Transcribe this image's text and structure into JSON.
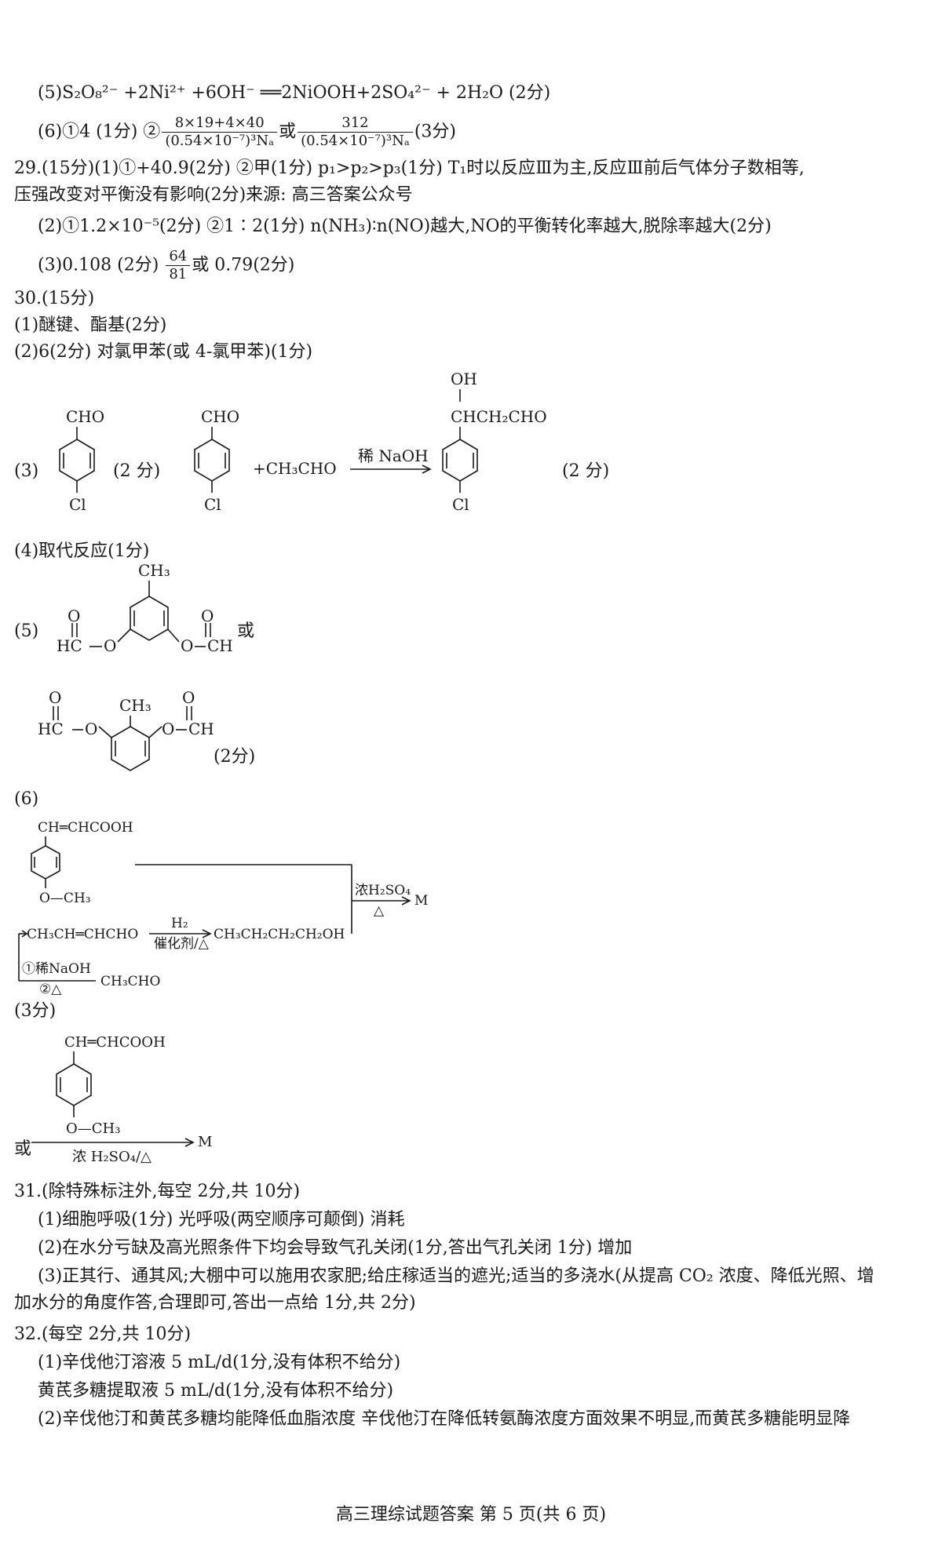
{
  "lines": {
    "q28_5": "(5)S₂O₈²⁻ +2Ni²⁺ +6OH⁻ ══2NiOOH+2SO₄²⁻ + 2H₂O (2分)",
    "q28_6_a": "(6)①4 (1分)  ②",
    "q28_6_num1": "8×19+4×40",
    "q28_6_den1": "(0.54×10⁻⁷)³Nₐ",
    "q28_6_or": "或",
    "q28_6_num2": "312",
    "q28_6_den2": "(0.54×10⁻⁷)³Nₐ",
    "q28_6_tail": "(3分)",
    "q29_1": "29.(15分)(1)①+40.9(2分)  ②甲(1分)   p₁>p₂>p₃(1分)   T₁时以反应Ⅲ为主,反应Ⅲ前后气体分子数相等,",
    "q29_1b": "压强改变对平衡没有影响(2分)来源: 高三答案公众号",
    "q29_2": "(2)①1.2×10⁻⁵(2分)  ②1∶2(1分)  n(NH₃)∶n(NO)越大,NO的平衡转化率越大,脱除率越大(2分)",
    "q29_3a": "(3)0.108 (2分)",
    "q29_3_num": "64",
    "q29_3_den": "81",
    "q29_3b": "或 0.79(2分)",
    "q30": "30.(15分)",
    "q30_1": "(1)醚键、酯基(2分)",
    "q30_2": "(2)6(2分)  对氯甲苯(或 4-氯甲苯)(1分)",
    "q30_3_label": "(3)",
    "q30_3_score1": "(2 分)",
    "q30_3_score2": "(2 分)",
    "q30_4": "(4)取代反应(1分)",
    "q30_5_label": "(5)",
    "q30_5_or": "或",
    "q30_5_score": "(2分)",
    "q30_6_label": "(6)",
    "q30_6_score": "(3分)",
    "q30_6_or": "或",
    "q31": "31.(除特殊标注外,每空 2分,共 10分)",
    "q31_1": "(1)细胞呼吸(1分)   光呼吸(两空顺序可颠倒)   消耗",
    "q31_2": "(2)在水分亏缺及高光照条件下均会导致气孔关闭(1分,答出气孔关闭 1分)   增加",
    "q31_3a": "(3)正其行、通其风;大棚中可以施用农家肥;给庄稼适当的遮光;适当的多浇水(从提高 CO₂ 浓度、降低光照、增",
    "q31_3b": "加水分的角度作答,合理即可,答出一点给 1分,共 2分)",
    "q32": "32.(每空 2分,共 10分)",
    "q32_1a": "(1)辛伐他汀溶液 5 mL/d(1分,没有体积不给分)",
    "q32_1b": "黄芪多糖提取液 5 mL/d(1分,没有体积不给分)",
    "q32_2": "(2)辛伐他汀和黄芪多糖均能降低血脂浓度   辛伐他汀在降低转氨酶浓度方面效果不明显,而黄芪多糖能明显降"
  },
  "chem": {
    "cho": "CHO",
    "cl": "Cl",
    "plus_ch3cho": "+CH₃CHO",
    "naoh": "稀 NaOH",
    "oh": "OH",
    "chch2cho": "CHCH₂CHO",
    "ch3": "CH₃",
    "o": "O",
    "hc": "HC",
    "ch": "CH",
    "chchcooh": "CH═CHCOOH",
    "och3": "O—CH₃",
    "conc_h2so4": "浓H₂SO₄",
    "delta": "△",
    "m": "M",
    "crotonal": "CH₃CH═CHCHO",
    "h2": "H₂",
    "catalyst": "催化剂/△",
    "butanol": "CH₃CH₂CH₂CH₂OH",
    "step1": "①稀NaOH",
    "step2": "②△",
    "acetaldehyde": "CH₃CHO",
    "conc_h2so4_delta": "浓 H₂SO₄/△"
  },
  "footer": "高三理综试题答案  第 5 页(共 6 页)"
}
